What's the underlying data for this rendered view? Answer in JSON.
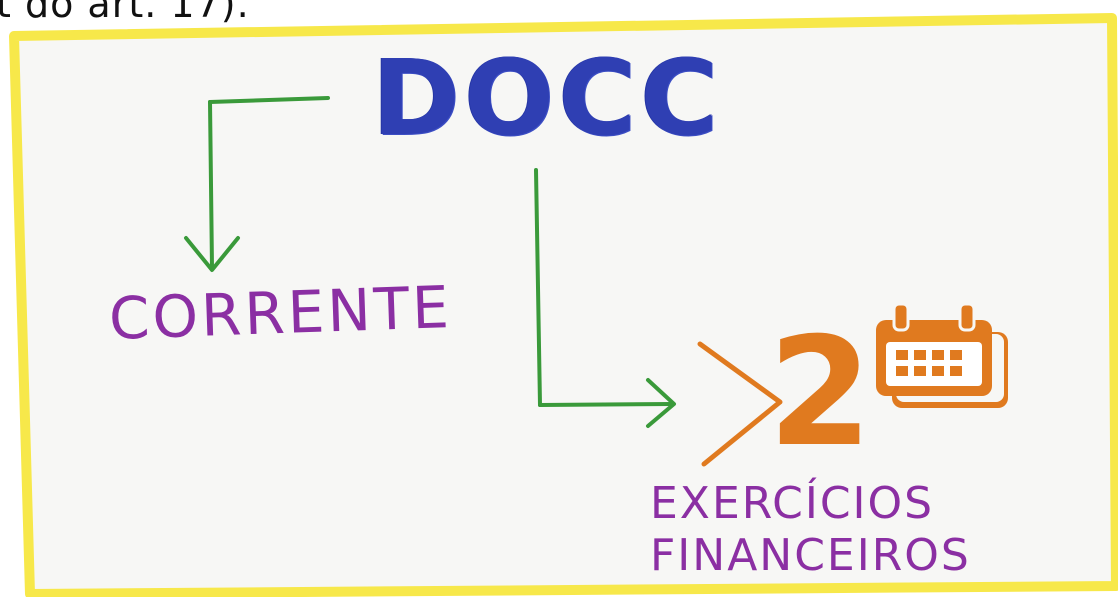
{
  "header_text": "t do art. 17).",
  "diagram": {
    "title": "DOCC",
    "left_node": "CORRENTE",
    "right_node": {
      "symbol": ">",
      "number": "2",
      "line1": "EXERCÍCIOS",
      "line2": "FINANCEIROS"
    },
    "icon": "calendar-icon"
  },
  "colors": {
    "frame": "#f7e84a",
    "title": "#2f3fb3",
    "node_text": "#8b2fa3",
    "arrow": "#3a9a3a",
    "accent": "#e07a1f"
  }
}
